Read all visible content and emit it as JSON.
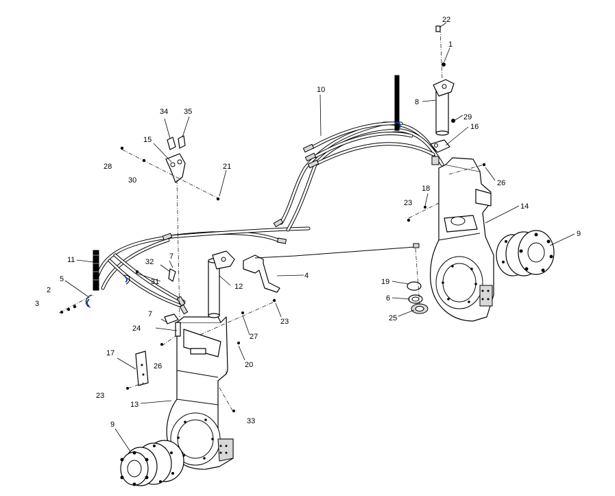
{
  "callouts": {
    "c1": "1",
    "c2": "2",
    "c3": "3",
    "c4": "4",
    "c5": "5",
    "c6": "6",
    "c7a": "7",
    "c7b": "7",
    "c8": "8",
    "c9a": "9",
    "c9b": "9",
    "c10": "10",
    "c11": "11",
    "c12": "12",
    "c13": "13",
    "c14": "14",
    "c15": "15",
    "c16": "16",
    "c17": "17",
    "c18": "18",
    "c19": "19",
    "c20": "20",
    "c21": "21",
    "c22": "22",
    "c23a": "23",
    "c23b": "23",
    "c23c": "23",
    "c24": "24",
    "c25": "25",
    "c26a": "26",
    "c26b": "26",
    "c27": "27",
    "c28": "28",
    "c29": "29",
    "c30": "30",
    "c31": "31",
    "c32": "32",
    "c33": "33",
    "c34": "34",
    "c35": "35"
  }
}
